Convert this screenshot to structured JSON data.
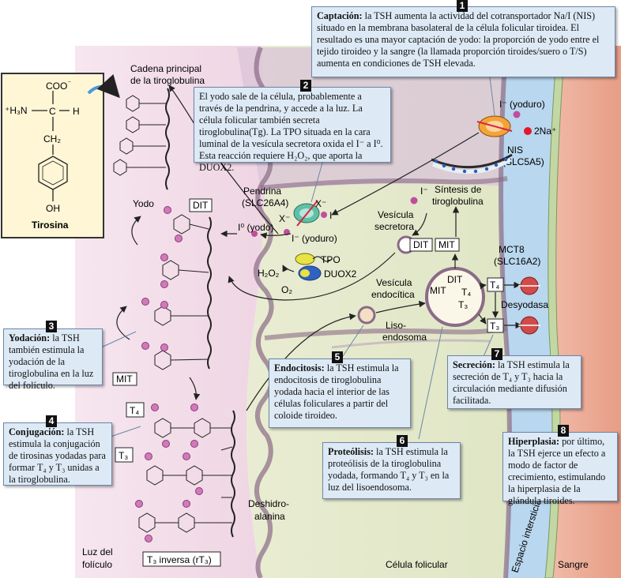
{
  "tyrosine": {
    "cooh": "COO",
    "cooh_sup": "⁻",
    "nh": "⁺H₃N",
    "c": "C",
    "h": "H",
    "ch2": "CH₂",
    "oh": "OH",
    "name": "Tirosina"
  },
  "labels": {
    "backbone": [
      "Cadena principal",
      "de la tiroglobulina"
    ],
    "yodo": "Yodo",
    "dit": "DIT",
    "mit": "MIT",
    "t4": "T₄",
    "t3": "T₃",
    "rt3": "T₃ inversa (rT₃)",
    "deshidro": [
      "Deshidro-",
      "alanina"
    ],
    "lumen": [
      "Luz del",
      "folículo"
    ],
    "cell": "Célula folicular",
    "blood": "Sangre",
    "interstitial": "Espacio intersticial",
    "pendrina": [
      "Pendrina",
      "(SLC26A4)"
    ],
    "x1": "X⁻",
    "x2": "X⁻",
    "iodide_in": "I⁻",
    "iodide_yoduro": "I⁻ (yoduro)",
    "i0": "I⁰ (yodo)",
    "tpo": "TPO",
    "duox2": "DUOX2",
    "h2o2": "H₂O₂",
    "o2": "O₂",
    "nis_i": "I⁻ (yoduro)",
    "na": "2Na⁺",
    "nis": [
      "NIS",
      "(SLC5A5)"
    ],
    "synthesis": [
      "Síntesis de",
      "tiroglobulina"
    ],
    "i_minus": "I⁻",
    "vesicula_secretora": [
      "Vesícula",
      "secretora"
    ],
    "vesicula_endocitica": [
      "Vesícula",
      "endocítica"
    ],
    "lisoendosoma": [
      "Liso-",
      "endosoma"
    ],
    "lys_mit": "MIT",
    "lys_dit": "DIT",
    "lys_t4": "T₄",
    "lys_t3": "T₃",
    "dit_box": "DIT",
    "mit_box": "MIT",
    "mct8": [
      "MCT8",
      "(SLC16A2)"
    ],
    "t4_box": "T₄",
    "t3_box": "T₃",
    "desyodasa": "Desyodasa"
  },
  "boxes": {
    "b1": {
      "num": "1",
      "title": "Captación:",
      "text": "la TSH aumenta la actividad del cotransportador Na/I (NIS) situado en la membrana basolateral de la célula folicular tiroidea. El resultado es una mayor captación de yodo: la proporción de yodo entre el tejido tiroideo y la sangre (la llamada proporción tiroides/suero o T/S) aumenta en condiciones de TSH elevada."
    },
    "b2": {
      "num": "2",
      "text": "El yodo sale de la célula, probablemente a través de la pendrina, y accede a la luz. La célula folicular también secreta tiroglobulina(Tg). La TPO situada en la cara luminal de la vesícula secretora oxida el I⁻ a I⁰. Esta reacción requiere H₂O₂, que aporta la DUOX2."
    },
    "b3": {
      "num": "3",
      "title": "Yodación:",
      "text": "la TSH también estimula la yodación de la tiroglobulina en la luz del folículo."
    },
    "b4": {
      "num": "4",
      "title": "Conjugación:",
      "text": "la TSH estimula la conjugación de tirosinas yodadas para formar T₄ y T₃ unidas a la tiroglobulina."
    },
    "b5": {
      "num": "5",
      "title": "Endocitosis:",
      "text": "la TSH estimula la endocitosis de tiroglobulina yodada hacia el interior de las células foliculares a partir del coloide tiroideo."
    },
    "b6": {
      "num": "6",
      "title": "Proteólisis:",
      "text": "la TSH estimula la proteólisis de la tiroglobulina yodada, formando T₄ y T₃ en la luz del lisoendosoma."
    },
    "b7": {
      "num": "7",
      "title": "Secreción:",
      "text": "la TSH estimula la secreción de T₄ y T₃ hacia la circulación mediante difusión facilitada."
    },
    "b8": {
      "num": "8",
      "title": "Hiperplasia:",
      "text": "por último, la TSH ejerce un efecto a modo de factor de crecimiento, estimulando la hiperplasia de la glándula tiroides."
    }
  }
}
